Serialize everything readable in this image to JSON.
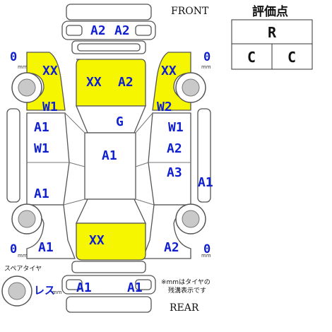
{
  "labels": {
    "front": "FRONT",
    "rear": "REAR",
    "mm": "mm",
    "spare_tire": "スペアタイヤ",
    "spare_status": "レス",
    "note_line1": "※mmはタイヤの",
    "note_line2": "残溝表示です"
  },
  "grade": {
    "title": "評価点",
    "overall": "R",
    "interior": "C",
    "exterior": "C"
  },
  "tread": {
    "front_left": "0",
    "front_right": "0",
    "rear_left": "0",
    "rear_right": "0"
  },
  "damage_codes": {
    "front_bumper_left": "A2",
    "front_bumper_right": "A2",
    "hood_left": "XX",
    "hood_right": "A2",
    "left_fender": "XX",
    "right_fender": "XX",
    "left_windshield_pillar": "W1",
    "right_windshield_pillar": "W2",
    "roof_front": "G",
    "roof": "A1",
    "left_front_door": "A1",
    "left_front_window": "W1",
    "left_rear_door": "A1",
    "left_rear_quarter": "A1",
    "right_front_window": "W1",
    "right_front_door": "A2",
    "right_rear_door": "A3",
    "right_rocker": "A1",
    "right_rear_quarter": "A2",
    "trunk": "XX",
    "rear_bumper_left": "A1",
    "rear_bumper_right": "A1"
  },
  "colors": {
    "damage_highlight": "#f6f600",
    "code_text": "#0f1fd0"
  }
}
